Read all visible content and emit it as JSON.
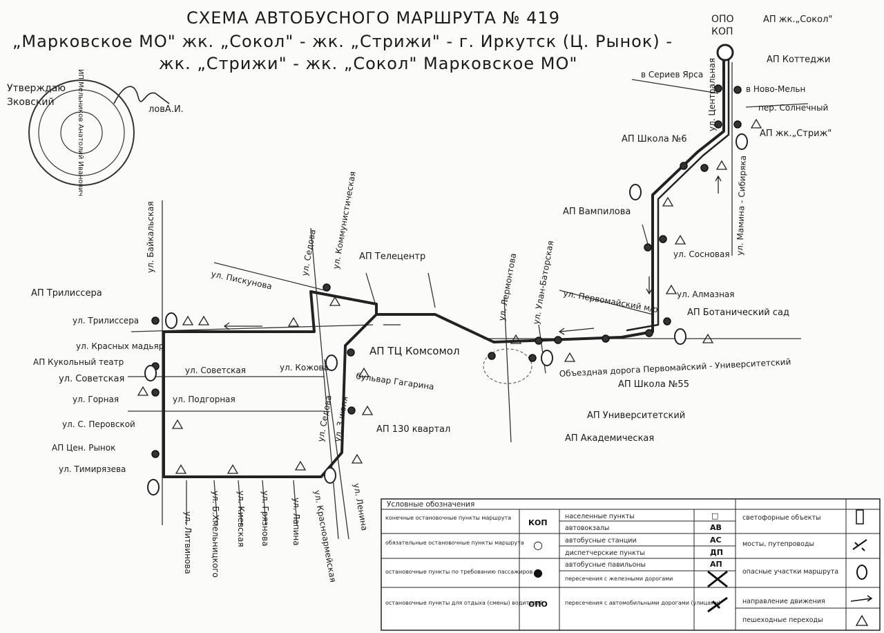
{
  "title": {
    "line1": "СХЕМА АВТОБУСНОГО МАРШРУТА № 419",
    "line2": "„Марковское МО\" жк. „Сокол\" - жк. „Стрижи\" - г. Иркутск (Ц. Рынок) -",
    "line3": "жк. „Стрижи\" - жк. „Сокол\" Марковское МО\""
  },
  "approval": {
    "line1": "Утверждаю",
    "line2": "Зковский",
    "signature_name": "ловА.И.",
    "stamp_text": "ИП Мельников Анатолий Иванович"
  },
  "terminal": {
    "label1": "ОПО",
    "label2": "КОП"
  },
  "stops": {
    "ap_sokol": "АП жк.„Сокол\"",
    "ap_kottedzhi": "АП Коттеджи",
    "v_novo_melny": "в Ново-Мельн",
    "v_seriev_yar": "в Сериев Ярса",
    "per_solnechny": "пер. Солнечный",
    "ap_strizhi": "АП жк.„Стриж\"",
    "ap_shkola6": "АП Школа №6",
    "ap_vampilova": "АП Вампилова",
    "ul_sosnovaya": "ул. Сосновая",
    "ul_almaznaya": "ул. Алмазная",
    "ap_botanichesky": "АП Ботанический сад",
    "ul_pervomaysky": "ул. Первомайский м/р",
    "ap_telecentr": "АП Телецентр",
    "ul_piskunova": "ул. Пискунова",
    "ap_trilissera": "АП Трилиссера",
    "ul_trilissera": "ул. Трилиссера",
    "ul_krasnykh_madyar": "ул. Красных мадьяр",
    "ap_kukolny": "АП Кукольный театр",
    "ul_sovetskaya": "ул. Советская",
    "ul_gornaya": "ул. Горная",
    "ul_s_perovskoy": "ул. С. Перовской",
    "ap_tsen_rynok": "АП Цен. Рынок",
    "ul_timiryazeva": "ул. Тимирязева",
    "ap_komsomol": "АП ТЦ Комсомол",
    "ul_kommunisticheskaya": "ул. Коммунистическая",
    "ul_sedova": "ул. Седова",
    "ul_kozhova": "ул. Кожова",
    "bulvar_gagarina": "бульвар Гагарина",
    "ap_130_kvartal": "АП 130 квартал",
    "ul_3_iyulya": "ул. 3 июля",
    "ul_sedova_2": "ул. Седова",
    "ul_lermontova": "ул. Лермонтова",
    "ul_ulan_batorskaya": "ул. Улан-Баторская",
    "obezdnaya": "Объездная дорога Первомайский - Университетский",
    "ap_shkola55": "АП Школа №55",
    "ap_universitetsky": "АП Университетский",
    "ap_akademicheskaya": "АП Академическая",
    "ul_baikalskaya": "ул. Байкальская",
    "ul_podgornaya": "ул. Подгорная",
    "ul_sovetskaya_2": "ул. Советская",
    "ul_litvinova": "ул. Литвинова",
    "ul_b_khmelnitskogo": "ул. Б.Хмельницкого",
    "ul_kievskaya": "ул. Киевская",
    "ul_gryaznova": "ул. Грязнова",
    "ul_lapina": "ул. Лапина",
    "ul_krasnoarmeyskaya": "ул. Красноармейская",
    "ul_lenina": "ул. Ленина",
    "ul_tsentralnaya": "ул. Центральная",
    "ul_mamina_sibiryaka": "ул. Мамина - Сибиряка"
  },
  "legend": {
    "title": "Условные обозначения",
    "rows": [
      {
        "desc": "конечные остановочные пункты маршрута",
        "sym": "КОП",
        "desc2": "населенные пункты",
        "sym2": "□",
        "desc3": "светофорные объекты"
      },
      {
        "desc": "",
        "sym": "",
        "desc2": "автовокзалы",
        "sym2": "АВ",
        "desc3": ""
      },
      {
        "desc": "обязательные остановочные пункты маршрута",
        "sym": "○",
        "desc2": "автобусные станции",
        "sym2": "АС",
        "desc3": "мосты, путепроводы"
      },
      {
        "desc": "",
        "sym": "",
        "desc2": "диспетчерские пункты",
        "sym2": "ДП",
        "desc3": ""
      },
      {
        "desc": "остановочные пункты по требованию пассажиров",
        "sym": "●",
        "desc2": "автобусные павильоны",
        "sym2": "АП",
        "desc3": "опасные участки маршрута"
      },
      {
        "desc": "",
        "sym": "",
        "desc2": "пересечения с железными дорогами",
        "sym2": "",
        "desc3": ""
      },
      {
        "desc": "остановочные пункты для отдыха (смены) водителей",
        "sym": "ОПО",
        "desc2": "пересечения с автомобильными дорогами (улицами)",
        "sym2": "",
        "desc3": "направление движения"
      },
      {
        "desc": "",
        "sym": "",
        "desc2": "",
        "sym2": "",
        "desc3": "пешеходные переходы"
      }
    ]
  }
}
